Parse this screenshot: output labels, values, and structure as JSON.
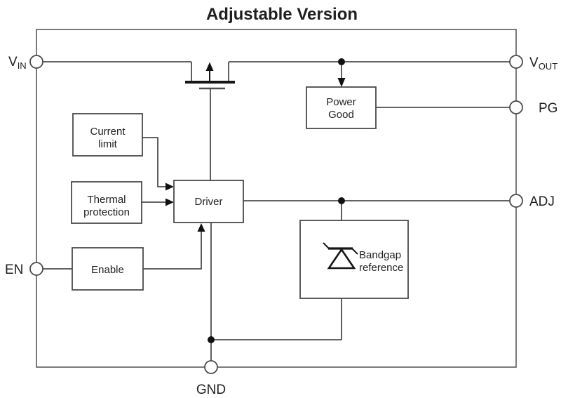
{
  "title": "Adjustable Version",
  "colors": {
    "line": "#4d4d4d",
    "solid_elements": "#111111",
    "text": "#1f1f1f",
    "background": "#ffffff"
  },
  "pins": {
    "vin": {
      "label_main": "V",
      "label_sub": "IN"
    },
    "vout": {
      "label_main": "V",
      "label_sub": "OUT"
    },
    "pg": {
      "label": "PG"
    },
    "adj": {
      "label": "ADJ"
    },
    "en": {
      "label": "EN"
    },
    "gnd": {
      "label": "GND"
    }
  },
  "blocks": {
    "current_limit": {
      "line1": "Current",
      "line2": "limit"
    },
    "thermal_protection": {
      "line1": "Thermal",
      "line2": "protection"
    },
    "driver": {
      "label": "Driver"
    },
    "enable": {
      "label": "Enable"
    },
    "power_good": {
      "line1": "Power",
      "line2": "Good"
    },
    "bandgap_reference": {
      "line1": "Bandgap",
      "line2": "reference"
    }
  },
  "symbols": {
    "pass_transistor": "pmos-pass-transistor",
    "reference_diode": "zener-diode"
  }
}
